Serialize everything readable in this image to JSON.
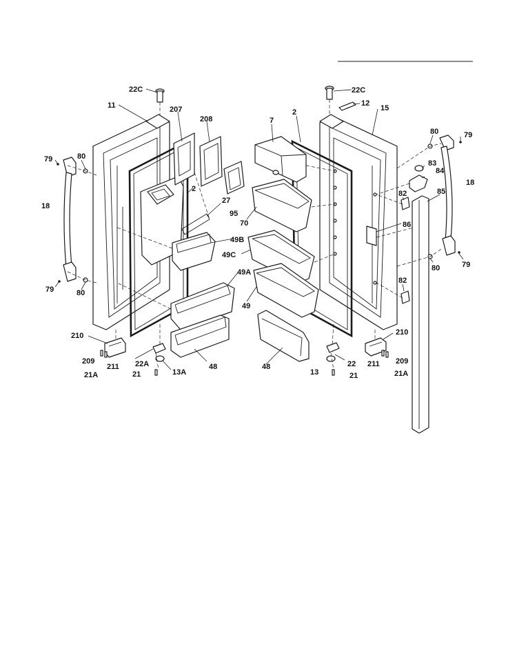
{
  "diagram": {
    "labels": {
      "l_22c_left": "22C",
      "l_11": "11",
      "l_207": "207",
      "l_208": "208",
      "l_79_lt": "79",
      "l_80_lt": "80",
      "l_18_left": "18",
      "l_79_lb": "79",
      "l_80_lb": "80",
      "l_2_left": "2",
      "l_27": "27",
      "l_95": "95",
      "l_49b": "49B",
      "l_49a": "49A",
      "l_210_left": "210",
      "l_209_left": "209",
      "l_211_left": "211",
      "l_21a_left": "21A",
      "l_22a": "22A",
      "l_21_left": "21",
      "l_13a": "13A",
      "l_48_left": "48",
      "l_22c_right": "22C",
      "l_12": "12",
      "l_2_right": "2",
      "l_15": "15",
      "l_7": "7",
      "l_80_rt": "80",
      "l_79_rt": "79",
      "l_83": "83",
      "l_84": "84",
      "l_18_right": "18",
      "l_82_top": "82",
      "l_85": "85",
      "l_86": "86",
      "l_70": "70",
      "l_49c": "49C",
      "l_49": "49",
      "l_80_rb": "80",
      "l_79_rb": "79",
      "l_82_bottom": "82",
      "l_210_right": "210",
      "l_209_right": "209",
      "l_211_right": "211",
      "l_21a_right": "21A",
      "l_48_right": "48",
      "l_22": "22",
      "l_13": "13",
      "l_21_right": "21"
    }
  }
}
